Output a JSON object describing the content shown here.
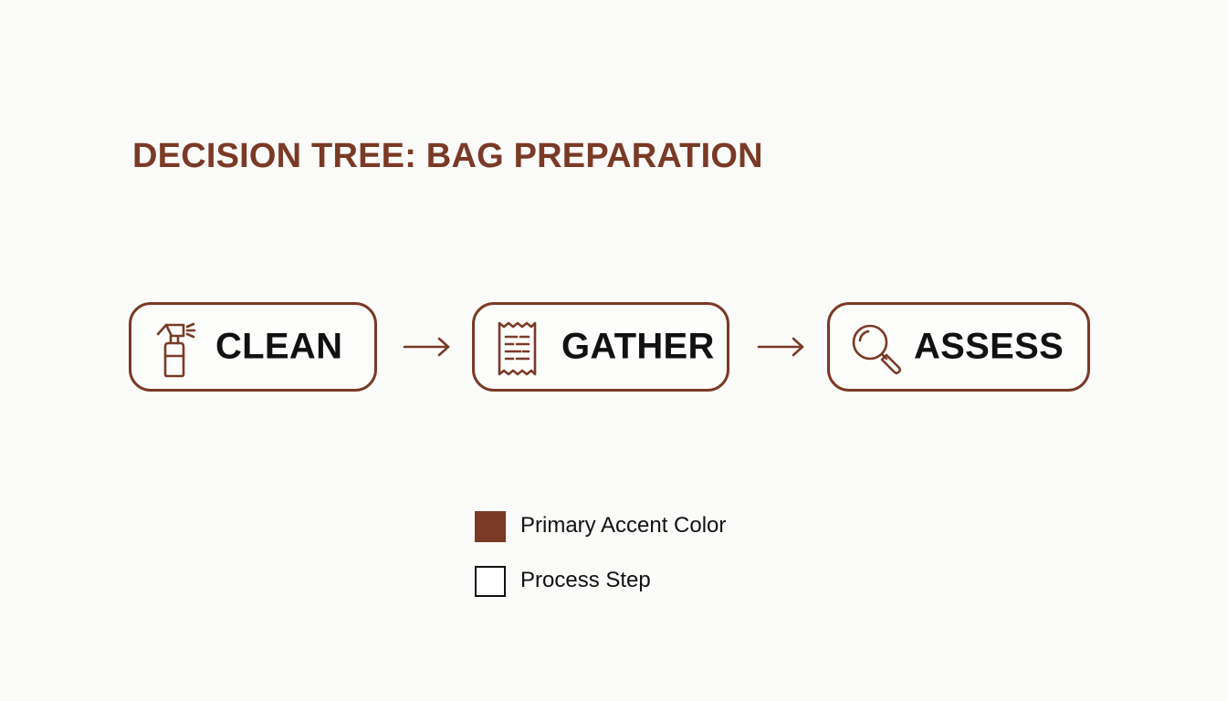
{
  "title": "DECISION TREE: BAG PREPARATION",
  "colors": {
    "accent": "#7a3a25",
    "text": "#111111",
    "background": "#fbfbfa"
  },
  "steps": [
    {
      "label": "CLEAN",
      "icon": "spray-bottle-icon"
    },
    {
      "label": "GATHER",
      "icon": "receipt-icon"
    },
    {
      "label": "ASSESS",
      "icon": "magnifier-icon"
    }
  ],
  "connectors": [
    "right-arrow-icon",
    "right-arrow-icon"
  ],
  "legend": [
    {
      "label": "Primary Accent Color",
      "swatch": "filled",
      "color": "#7a3a25"
    },
    {
      "label": "Process Step",
      "swatch": "outline",
      "color": "#111111"
    }
  ]
}
